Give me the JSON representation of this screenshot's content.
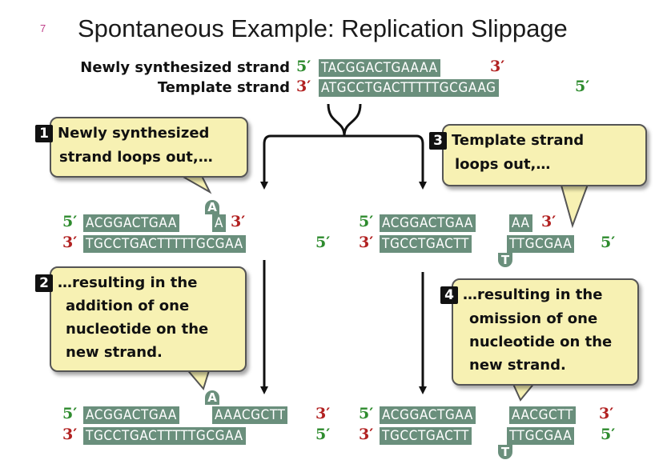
{
  "slide": {
    "number": "7",
    "title": "Spontaneous Example: Replication Slippage"
  },
  "top_strands": {
    "new_label": "Newly synthesized strand",
    "template_label": "Template strand",
    "new_five": "5′",
    "new_seq": "TACGGACTGAAAA",
    "new_three": "3′",
    "template_three": "3′",
    "template_seq": "ATGCCTGACTTTTTGCGAAG",
    "template_five": "5′"
  },
  "callouts": {
    "c1": {
      "number": "1",
      "line1": "Newly synthesized",
      "line2": "strand loops out,…"
    },
    "c2": {
      "number": "2",
      "line1": "…resulting in the",
      "line2": "addition of one",
      "line3": "nucleotide on the",
      "line4": "new strand."
    },
    "c3": {
      "number": "3",
      "line1": "Template strand",
      "line2": "loops out,…"
    },
    "c4": {
      "number": "4",
      "line1": "…resulting in the",
      "line2": "omission of one",
      "line3": "nucleotide on the",
      "line4": "new strand."
    }
  },
  "left_mid": {
    "bump": "A",
    "top_five": "5′",
    "top_seq": "ACGGACTGAA",
    "top_seq_b": "A",
    "top_three": "3′",
    "bot_three": "3′",
    "bot_seq": "TGCCTGACTTTTTGCGAA",
    "bot_five": "5′"
  },
  "right_mid": {
    "bump": "T",
    "top_five": "5′",
    "top_seq": "ACGGACTGAA",
    "top_seq_b": "AA",
    "top_three": "3′",
    "bot_three": "3′",
    "bot_seq": "TGCCTGACTT",
    "bot_seq_b": "TTGCGAA",
    "bot_five": "5′"
  },
  "left_bottom": {
    "bump": "A",
    "top_five": "5′",
    "top_seq": "ACGGACTGAA",
    "top_seq_b": "AAACGCTT",
    "top_three": "3′",
    "bot_three": "3′",
    "bot_seq": "TGCCTGACTTTTTGCGAA",
    "bot_five": "5′"
  },
  "right_bottom": {
    "bump": "T",
    "top_five": "5′",
    "top_seq": "ACGGACTGAA",
    "top_seq_b": "AACGCTT",
    "top_three": "3′",
    "bot_three": "3′",
    "bot_seq": "TGCCTGACTT",
    "bot_seq_b": "TTGCGAA",
    "bot_five": "5′"
  },
  "colors": {
    "strand_fill": "#6a8f7c",
    "five_prime": "#2e8b2e",
    "three_prime": "#b22222",
    "callout_fill": "#f7f1b3"
  }
}
